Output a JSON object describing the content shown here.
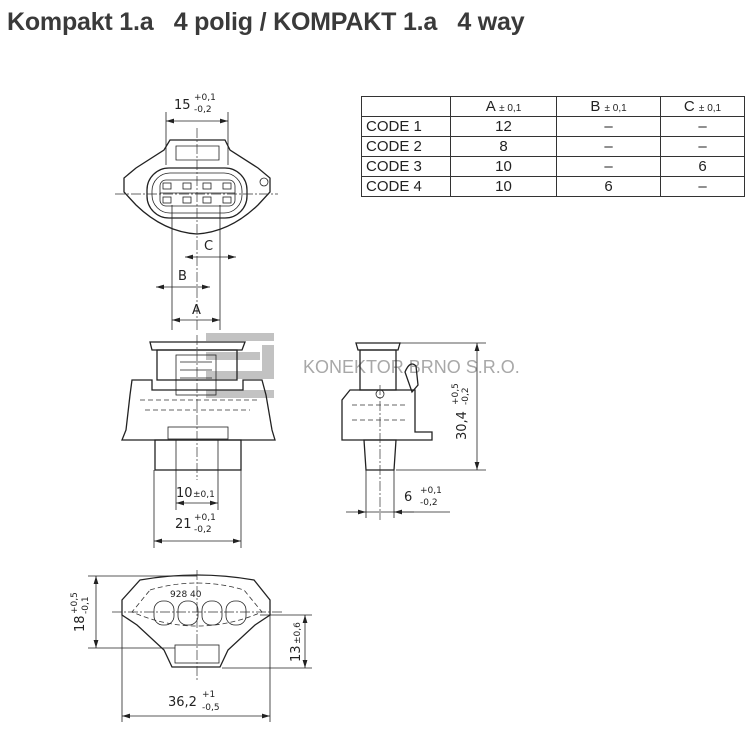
{
  "title": "Kompakt 1.a   4 polig / KOMPAKT 1.a   4 way",
  "table": {
    "headers": [
      {
        "label": "",
        "tol": ""
      },
      {
        "label": "A",
        "tol": "± 0,1"
      },
      {
        "label": "B",
        "tol": "± 0,1"
      },
      {
        "label": "C",
        "tol": "± 0,1"
      }
    ],
    "rows": [
      {
        "code": "CODE 1",
        "a": "12",
        "b": "–",
        "c": "–"
      },
      {
        "code": "CODE 2",
        "a": "8",
        "b": "–",
        "c": "–"
      },
      {
        "code": "CODE 3",
        "a": "10",
        "b": "–",
        "c": "6"
      },
      {
        "code": "CODE 4",
        "a": "10",
        "b": "6",
        "c": "–"
      }
    ]
  },
  "dimensions": {
    "top_width": {
      "value": "15",
      "tol_upper": "+0,1",
      "tol_lower": "-0,2"
    },
    "label_a": "A",
    "label_b": "B",
    "label_c": "C",
    "pitch": {
      "value": "10",
      "tol": "±0,1"
    },
    "front_width": {
      "value": "21",
      "tol_upper": "+0,1",
      "tol_lower": "-0,2"
    },
    "side_height": {
      "value": "30,4",
      "tol_upper": "+0,5",
      "tol_lower": "-0,2"
    },
    "side_width": {
      "value": "6",
      "tol_upper": "+0,1",
      "tol_lower": "-0,2"
    },
    "bottom_height": {
      "value": "18",
      "tol_upper": "+0,5",
      "tol_lower": "-0,1"
    },
    "bottom_offset": {
      "value": "13",
      "tol": "±0,6"
    },
    "bottom_width": {
      "value": "36,2",
      "tol_upper": "+1",
      "tol_lower": "-0,5"
    },
    "part_marking": "928 40"
  },
  "watermark": {
    "text": "KONEKTOR BRNO S.R.O."
  }
}
